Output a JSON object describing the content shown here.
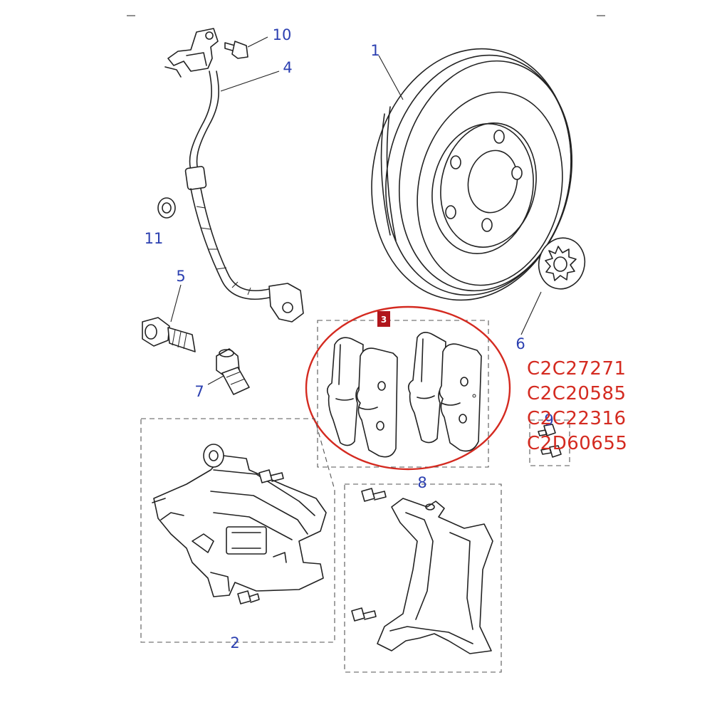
{
  "callouts": {
    "c1": "1",
    "c2": "2",
    "c3": "3",
    "c4": "4",
    "c5": "5",
    "c6": "6",
    "c7": "7",
    "c8": "8",
    "c9": "9",
    "c10": "10",
    "c11": "11"
  },
  "part_numbers": [
    "C2C27271",
    "C2C20585",
    "C2C22316",
    "C2D60655"
  ],
  "colors": {
    "callout": "#2b3fb0",
    "highlight": "#d42a20",
    "badge": "#b0151b",
    "line": "#222222"
  }
}
